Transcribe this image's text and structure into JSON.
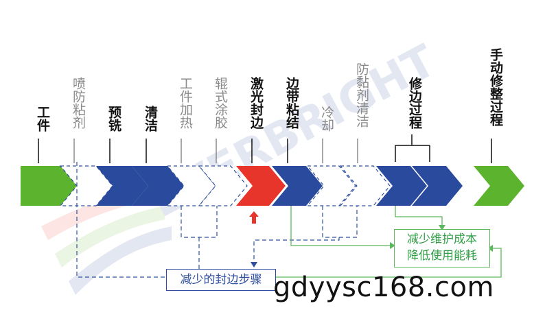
{
  "steps": [
    {
      "label": "工件",
      "style": "dark"
    },
    {
      "label": "喷防粘剂",
      "style": "gray"
    },
    {
      "label": "预铣",
      "style": "dark"
    },
    {
      "label": "清洁",
      "style": "dark"
    },
    {
      "label": "工件加热",
      "style": "gray"
    },
    {
      "label": "辊式涂胶",
      "style": "gray"
    },
    {
      "label": "激光封边",
      "style": "dark"
    },
    {
      "label": "边带粘结",
      "style": "dark"
    },
    {
      "label": "冷却",
      "style": "gray"
    },
    {
      "label": "防黏剂清洁",
      "style": "gray"
    },
    {
      "label": "修边过程",
      "style": "dark"
    },
    {
      "label": "手动修整过程",
      "style": "dark"
    }
  ],
  "callouts": {
    "fewer_steps": "减少的封边步骤",
    "lower_cost_line1": "减少维护成本",
    "lower_cost_line2": "降低使用能耗"
  },
  "watermark": "EVERBRIGHT",
  "website": "gdyysc168.com",
  "colors": {
    "green": "#5cb42e",
    "blue": "#2a4a9e",
    "red": "#e8352b",
    "connector_blue": "#2f4fa0",
    "connector_green": "#5cb85c"
  }
}
